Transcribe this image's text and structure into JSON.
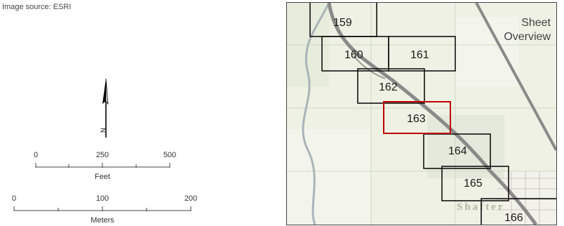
{
  "header": {
    "source": "Image source: ESRI"
  },
  "legend": {
    "north_arrow_icon": "north-arrow-icon",
    "north_letter": "N",
    "scale_feet": {
      "ticks": [
        "0",
        "250",
        "500"
      ],
      "unit": "Feet"
    },
    "scale_meters": {
      "ticks": [
        "0",
        "100",
        "200"
      ],
      "unit": "Meters"
    }
  },
  "map": {
    "sheet_overview_label": [
      "Sheet",
      "Overview"
    ],
    "town_label": "Shafter",
    "sheets": [
      {
        "number": "159",
        "selected": false
      },
      {
        "number": "160",
        "selected": false
      },
      {
        "number": "161",
        "selected": false
      },
      {
        "number": "162",
        "selected": false
      },
      {
        "number": "163",
        "selected": true
      },
      {
        "number": "164",
        "selected": false
      },
      {
        "number": "165",
        "selected": false
      },
      {
        "number": "166",
        "selected": false
      }
    ],
    "colors": {
      "selected": "#c00000",
      "grid": "#111111",
      "road": "#8a8a8a",
      "land": "#eef1e3"
    }
  }
}
